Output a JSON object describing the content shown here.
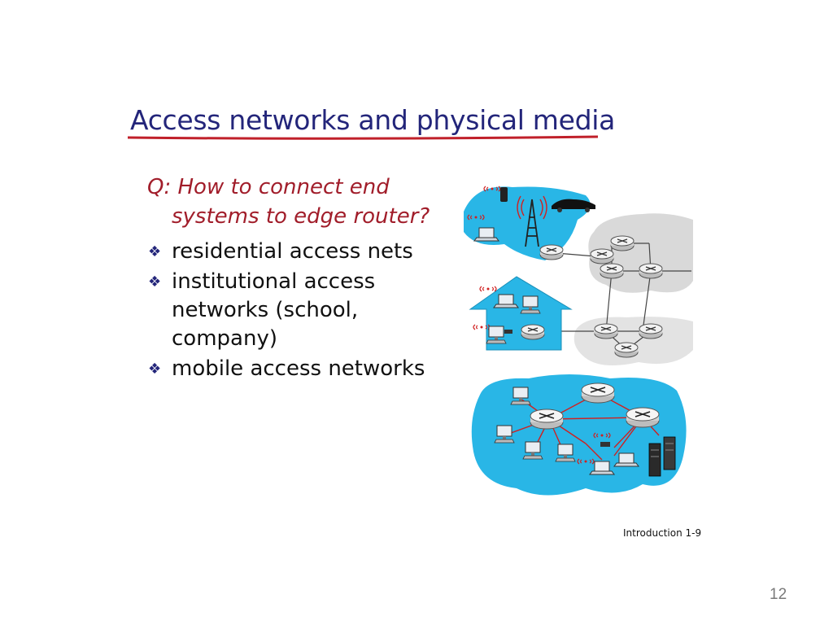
{
  "slide": {
    "title": "Access networks and physical media",
    "question_line1": "Q: How to connect end",
    "question_line2": "systems to edge router?",
    "bullets": [
      "residential access nets",
      "institutional access networks (school, company)",
      "mobile access networks"
    ],
    "bullet_icon": "diamond-bullet-icon",
    "footer_label": "Introduction 1-9",
    "page_number": "12"
  },
  "colors": {
    "title": "#23257a",
    "underline": "#c0202a",
    "question": "#a11d2a",
    "network_fill": "#29b6e6",
    "core_cloud": "#d9d9d9"
  },
  "icons": [
    "router-icon",
    "cell-tower-icon",
    "car-icon",
    "phone-icon",
    "laptop-icon",
    "desktop-icon",
    "server-icon",
    "wireless-waves-icon",
    "house-icon"
  ]
}
